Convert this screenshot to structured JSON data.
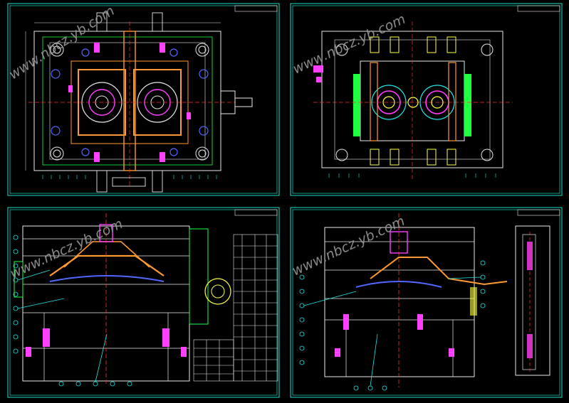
{
  "watermark": "www.nbcz.yb.com",
  "colors": {
    "background": "#000000",
    "frame": "#18e0c8",
    "line_white": "#e8e8e8",
    "line_yellow": "#ffff40",
    "line_orange": "#ff9a30",
    "line_magenta": "#ff40ff",
    "line_red": "#ff3030",
    "line_blue": "#5068ff",
    "line_green": "#20ff40",
    "line_cyan": "#20e8e8",
    "watermark": "#9a9a9a"
  },
  "sheets": [
    {
      "id": "sheet-1",
      "view": "plan",
      "features": [
        "two-cavity core plate",
        "four guide pillars",
        "side injection nozzle"
      ]
    },
    {
      "id": "sheet-2",
      "view": "plan",
      "features": [
        "two circular cavities",
        "ejector pins",
        "support pillars"
      ]
    },
    {
      "id": "sheet-3",
      "view": "section",
      "features": [
        "assembly section",
        "parts list table",
        "balloon callouts"
      ]
    },
    {
      "id": "sheet-4",
      "view": "section",
      "features": [
        "side section",
        "detail view",
        "balloon callouts"
      ]
    }
  ]
}
